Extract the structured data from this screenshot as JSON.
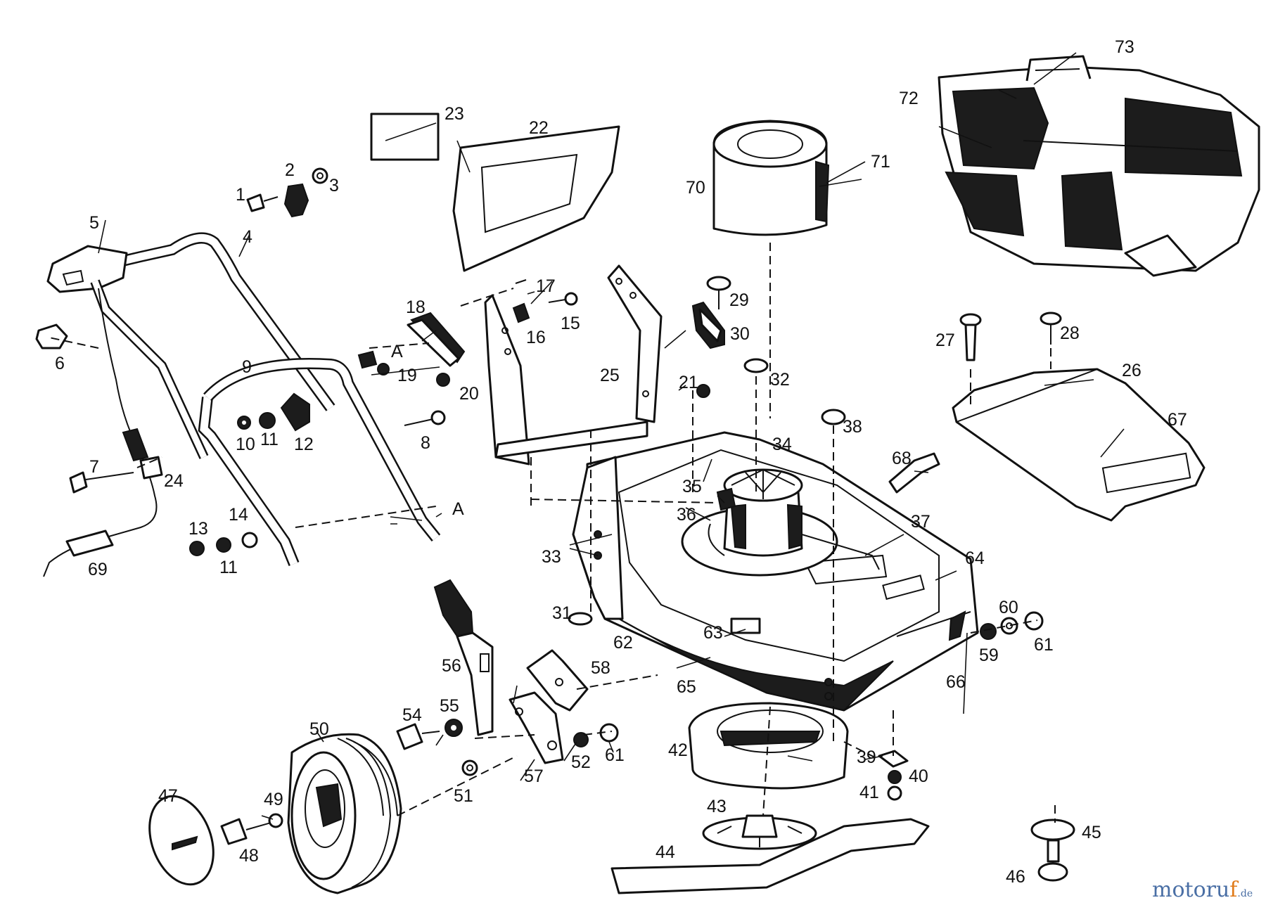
{
  "watermark": {
    "brand_main": "motoru",
    "brand_accent": "f",
    "brand_tld": ".de"
  },
  "labels": [
    "1",
    "2",
    "3",
    "4",
    "5",
    "6",
    "7",
    "8",
    "9",
    "10",
    "11",
    "11",
    "12",
    "13",
    "14",
    "15",
    "16",
    "17",
    "18",
    "19",
    "20",
    "21",
    "22",
    "23",
    "24",
    "25",
    "26",
    "27",
    "28",
    "29",
    "30",
    "31",
    "32",
    "33",
    "34",
    "35",
    "36",
    "37",
    "38",
    "39",
    "40",
    "41",
    "42",
    "43",
    "44",
    "45",
    "46",
    "47",
    "48",
    "49",
    "50",
    "51",
    "52",
    "54",
    "55",
    "56",
    "57",
    "58",
    "59",
    "60",
    "61",
    "61",
    "62",
    "63",
    "64",
    "65",
    "66",
    "67",
    "68",
    "69",
    "70",
    "71",
    "72",
    "73",
    "A",
    "A"
  ]
}
